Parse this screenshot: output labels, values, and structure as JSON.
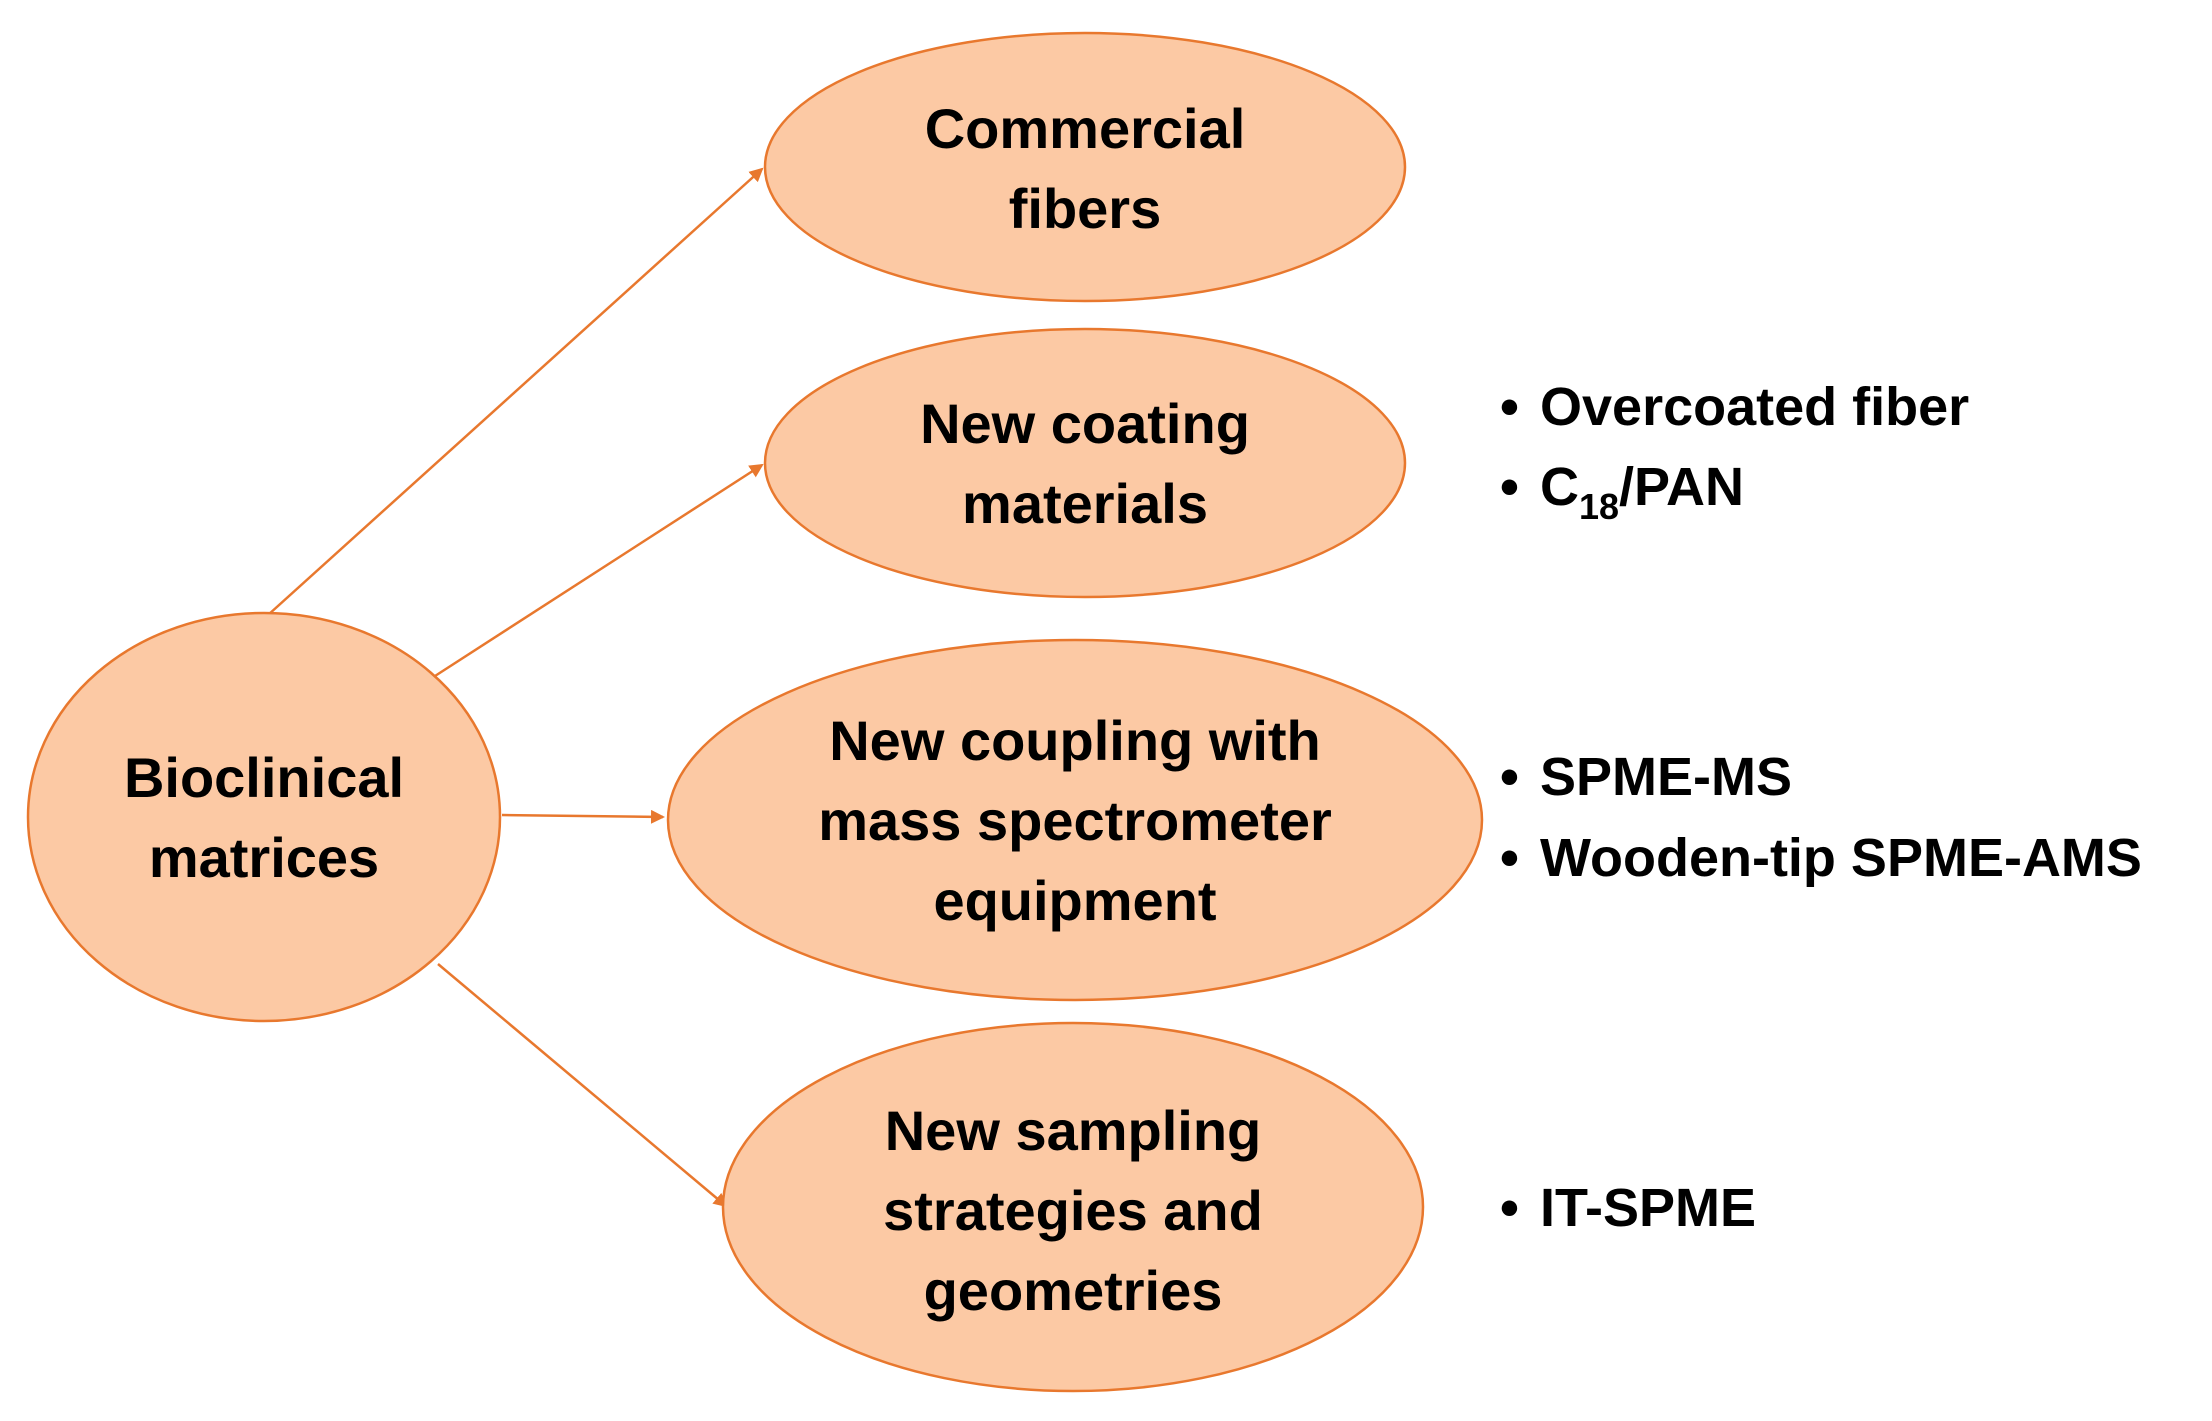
{
  "colors": {
    "node_fill": "#FCC9A4",
    "node_stroke": "#E8782E",
    "arrow": "#E8782E",
    "text": "#000000"
  },
  "diagram": {
    "root": {
      "line1": "Bioclinical",
      "line2": "matrices"
    },
    "branches": [
      {
        "lines": [
          "Commercial",
          "fibers"
        ],
        "bullets": []
      },
      {
        "lines": [
          "New coating",
          "materials"
        ],
        "bullets": [
          "Overcoated fiber"
        ],
        "formula_bullet": {
          "base": "C",
          "sub": "18",
          "rest": "/PAN"
        }
      },
      {
        "lines": [
          "New coupling with",
          "mass spectrometer",
          "equipment"
        ],
        "bullets": [
          "SPME-MS",
          "Wooden-tip SPME-AMS"
        ]
      },
      {
        "lines": [
          "New sampling",
          "strategies and",
          "geometries"
        ],
        "bullets": [
          "IT-SPME"
        ]
      }
    ],
    "bullet_symbol": "•"
  }
}
